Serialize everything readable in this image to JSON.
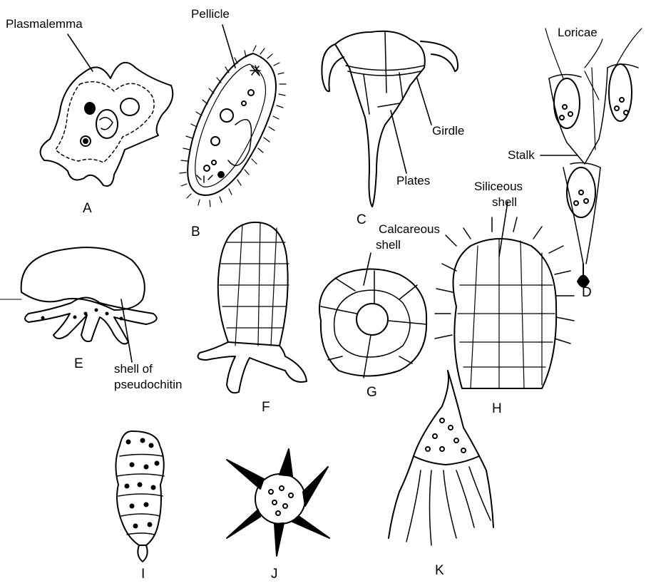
{
  "colors": {
    "ink": "#000000",
    "paper": "#ffffff"
  },
  "labels": {
    "plasmalemma": "Plasmalemma",
    "pellicle": "Pellicle",
    "loricae": "Loricae",
    "girdle": "Girdle",
    "stalk": "Stalk",
    "plates": "Plates",
    "siliceous_1": "Siliceous",
    "siliceous_2": "shell",
    "calcareous_1": "Calcareous",
    "calcareous_2": "shell",
    "pseudochitin_1": "shell of",
    "pseudochitin_2": "pseudochitin"
  },
  "letters": [
    "A",
    "B",
    "C",
    "D",
    "E",
    "F",
    "G",
    "H",
    "I",
    "J",
    "K"
  ]
}
